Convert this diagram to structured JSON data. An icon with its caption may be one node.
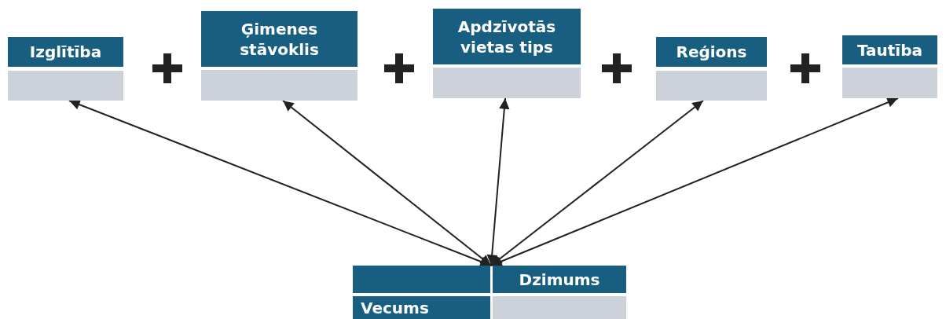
{
  "diagram": {
    "nodes": [
      {
        "text": [
          "Izglītība"
        ]
      },
      {
        "text": [
          "Ģimenes stāvoklis"
        ]
      },
      {
        "text": [
          "Apdzīvotās vietas tips"
        ]
      },
      {
        "text": [
          "Reģions"
        ]
      },
      {
        "text": [
          "Tautība"
        ]
      },
      {
        "text": [
          "Dzimums",
          "Vecums"
        ]
      }
    ],
    "edges": [
      {
        "from": 5,
        "to": 0,
        "arrow": "both"
      },
      {
        "from": 5,
        "to": 1,
        "arrow": "both"
      },
      {
        "from": 5,
        "to": 2,
        "arrow": "both"
      },
      {
        "from": 5,
        "to": 3,
        "arrow": "both"
      },
      {
        "from": 5,
        "to": 4,
        "arrow": "both"
      }
    ]
  }
}
